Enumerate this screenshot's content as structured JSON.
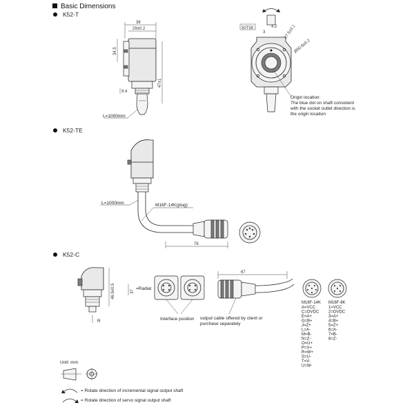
{
  "heading": "Basic Dimensions",
  "models": {
    "k52t": "K52-T",
    "k52te": "K52-TE",
    "k52c": "K52-C"
  },
  "k52t": {
    "dims": {
      "width_top": "38",
      "width_inner": "29±0.2",
      "height_left": "34.5",
      "height_right": "47±1",
      "shaft_len": "9.4",
      "cable": "L=1000mm"
    },
    "front_dims": {
      "label_box": "50T59",
      "d42": "4.2",
      "d3": "3",
      "r27": "R27.5±0.1",
      "d50": "Ø50.8±0.2"
    },
    "origin_note": [
      "Origin location:",
      "The blue dot on shaft consistent",
      "with the socket outlet direction is",
      "the origin location"
    ]
  },
  "k52te": {
    "cable": "L=1000mm",
    "plug": "M16F-14K(plug)",
    "plug_len": "76"
  },
  "k52c": {
    "height": "46.5±0.5",
    "radial_dim": "37",
    "radial_label": "=Radial",
    "r_label": "R",
    "interface_label": "Interface position",
    "cable_len": "67",
    "cable_note": [
      "output cable offered by client or",
      "purchase separately"
    ],
    "pinout_14k_title": "M16F-14K",
    "pinout_14k": [
      "A=VCC",
      "C=OVDC",
      "E=A+",
      "G=B+",
      "J=Z+",
      "L=A-",
      "M=B-",
      "N=Z-",
      "O=U+",
      "P=V+",
      "R=W+",
      "S=U-",
      "T=V-",
      "U=W-"
    ],
    "pinout_8k_title": "M16F-8K",
    "pinout_8k": [
      "1=VCC",
      "2=OVDC",
      "3=A+",
      "4=B+",
      "5=Z+",
      "6=A-",
      "7=B-",
      "8=Z-"
    ]
  },
  "legend": {
    "unit": "Unit: mm",
    "incremental": "= Rotate direction of incremental signal output shaft",
    "servo": "= Rotate direction of servo signal output shaft"
  },
  "colors": {
    "line": "#222222",
    "body": "#e9e9e9",
    "dark": "#7c7c7c"
  }
}
